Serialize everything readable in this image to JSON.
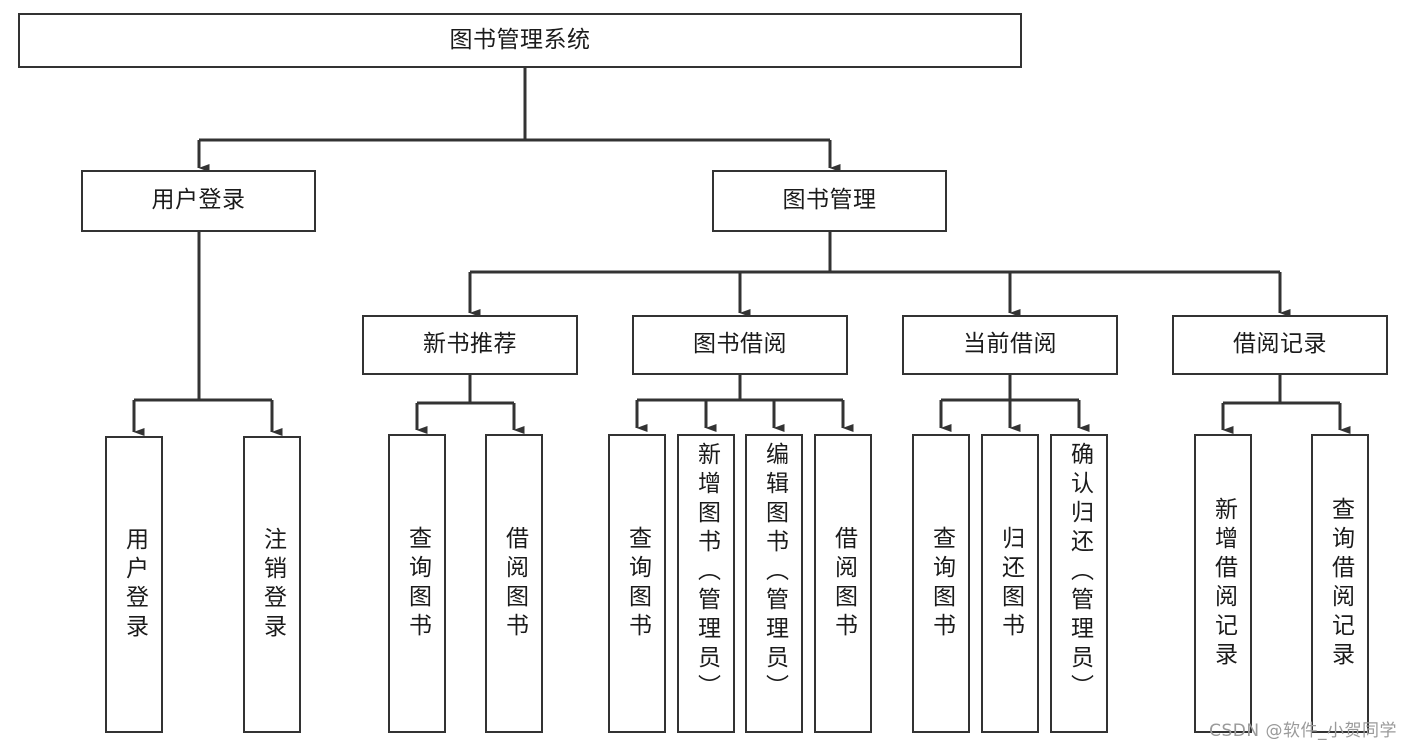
{
  "diagram": {
    "type": "tree",
    "title": "图书管理系统",
    "watermark": "CSDN @软件_小贺同学",
    "colors": {
      "box_border": "#333333",
      "box_fill": "#ffffff",
      "connector": "#333333",
      "text": "#1b1b1b",
      "watermark": "#9a9a9a"
    },
    "root": {
      "label": "图书管理系统"
    },
    "level2": [
      {
        "label": "用户登录"
      },
      {
        "label": "图书管理"
      }
    ],
    "level3": [
      {
        "label": "新书推荐"
      },
      {
        "label": "图书借阅"
      },
      {
        "label": "当前借阅"
      },
      {
        "label": "借阅记录"
      }
    ],
    "leaves": {
      "user_login": [
        {
          "label": "用户登录"
        },
        {
          "label": "注销登录"
        }
      ],
      "new_book_rec": [
        {
          "label": "查询图书"
        },
        {
          "label": "借阅图书"
        }
      ],
      "book_borrow": [
        {
          "label": "查询图书"
        },
        {
          "label": "新增图书（管理员）"
        },
        {
          "label": "编辑图书（管理员）"
        },
        {
          "label": "借阅图书"
        }
      ],
      "current_borrow": [
        {
          "label": "查询图书"
        },
        {
          "label": "归还图书"
        },
        {
          "label": "确认归还（管理员）"
        }
      ],
      "borrow_record": [
        {
          "label": "新增借阅记录"
        },
        {
          "label": "查询借阅记录"
        }
      ]
    }
  }
}
